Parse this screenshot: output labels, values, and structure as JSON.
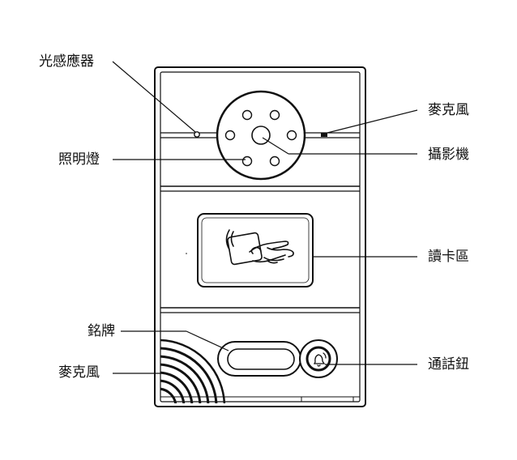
{
  "labels": {
    "light_sensor": "光感應器",
    "illumination": "照明燈",
    "nameplate": "銘牌",
    "mic_bottom": "麥克風",
    "mic_top": "麥克風",
    "camera": "攝影機",
    "card_reader": "讀卡區",
    "call_button": "通話鈕"
  },
  "icons": {
    "card": "card-tap-icon",
    "call": "bell-icon"
  },
  "colors": {
    "stroke": "#111111",
    "background": "#ffffff"
  }
}
